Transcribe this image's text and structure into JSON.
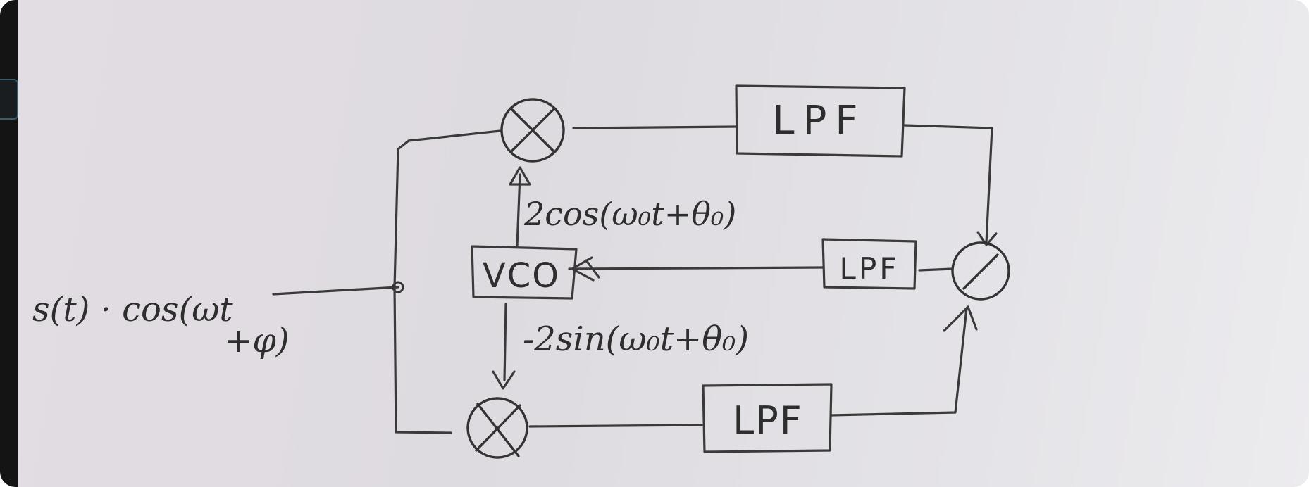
{
  "diagram": {
    "blocks": {
      "lpf_top": "LPF",
      "lpf_mid": "LPF",
      "lpf_bottom": "LPF",
      "vco": "VCO"
    },
    "labels": {
      "input_line1": "s(t) · cos(ωt",
      "input_line2": "+φ)",
      "vco_out_top": "2cos(ω₀t+θ₀)",
      "vco_out_bottom": "-2sin(ω₀t+θ₀)"
    }
  },
  "colors": {
    "ink": "#333333",
    "whiteboard": "#e2dde3",
    "bezel": "#141414"
  }
}
